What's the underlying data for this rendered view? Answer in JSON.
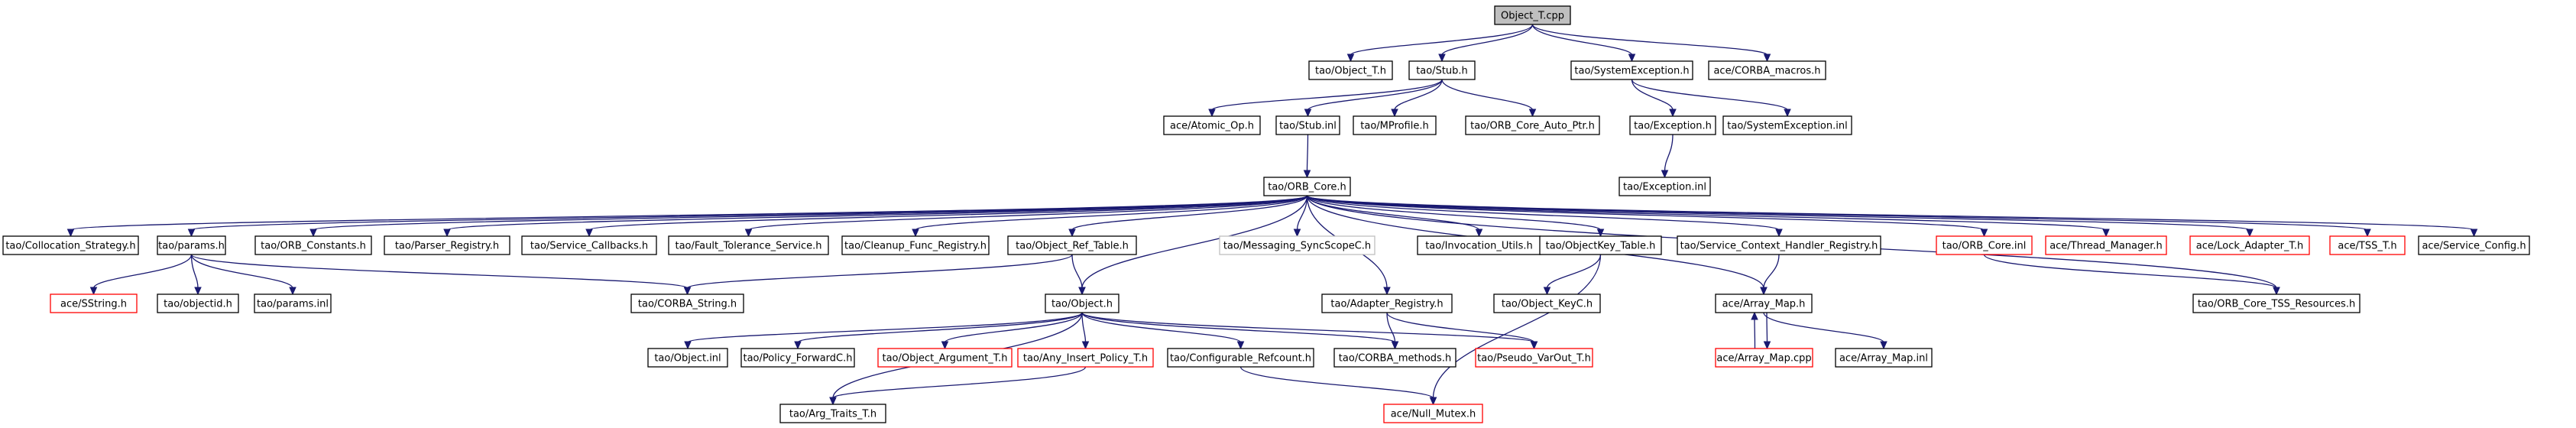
{
  "title": "Object_T.cpp",
  "colors": {
    "edge": "#191970",
    "root_fill": "#bfbfbf",
    "normal_stroke": "#000000",
    "missing_stroke": "#ff0000",
    "ignored_stroke": "#bfbfbf"
  },
  "nodes": [
    {
      "id": "root",
      "label": "Object_T.cpp",
      "style": "root"
    },
    {
      "id": "object_t_h",
      "label": "tao/Object_T.h",
      "style": "normal"
    },
    {
      "id": "stub_h",
      "label": "tao/Stub.h",
      "style": "normal"
    },
    {
      "id": "sysexc_h",
      "label": "tao/SystemException.h",
      "style": "normal"
    },
    {
      "id": "corba_macros",
      "label": "ace/CORBA_macros.h",
      "style": "normal"
    },
    {
      "id": "atomic_op",
      "label": "ace/Atomic_Op.h",
      "style": "normal"
    },
    {
      "id": "stub_inl",
      "label": "tao/Stub.inl",
      "style": "normal"
    },
    {
      "id": "mprofile",
      "label": "tao/MProfile.h",
      "style": "normal"
    },
    {
      "id": "orb_core_auto",
      "label": "tao/ORB_Core_Auto_Ptr.h",
      "style": "normal"
    },
    {
      "id": "exception_h",
      "label": "tao/Exception.h",
      "style": "normal"
    },
    {
      "id": "sysexc_inl",
      "label": "tao/SystemException.inl",
      "style": "normal"
    },
    {
      "id": "exception_inl",
      "label": "tao/Exception.inl",
      "style": "normal"
    },
    {
      "id": "orb_core_h",
      "label": "tao/ORB_Core.h",
      "style": "normal"
    },
    {
      "id": "collocation",
      "label": "tao/Collocation_Strategy.h",
      "style": "normal"
    },
    {
      "id": "params_h",
      "label": "tao/params.h",
      "style": "normal"
    },
    {
      "id": "orb_constants",
      "label": "tao/ORB_Constants.h",
      "style": "normal"
    },
    {
      "id": "parser_registry",
      "label": "tao/Parser_Registry.h",
      "style": "normal"
    },
    {
      "id": "service_callbacks",
      "label": "tao/Service_Callbacks.h",
      "style": "normal"
    },
    {
      "id": "fault_tolerance",
      "label": "tao/Fault_Tolerance_Service.h",
      "style": "normal"
    },
    {
      "id": "cleanup_func",
      "label": "tao/Cleanup_Func_Registry.h",
      "style": "normal"
    },
    {
      "id": "object_ref_table",
      "label": "tao/Object_Ref_Table.h",
      "style": "normal"
    },
    {
      "id": "messaging_sync",
      "label": "tao/Messaging_SyncScopeC.h",
      "style": "ignored"
    },
    {
      "id": "invocation_utils",
      "label": "tao/Invocation_Utils.h",
      "style": "normal"
    },
    {
      "id": "objectkey_table",
      "label": "tao/ObjectKey_Table.h",
      "style": "normal"
    },
    {
      "id": "service_ctx",
      "label": "tao/Service_Context_Handler_Registry.h",
      "style": "normal"
    },
    {
      "id": "orb_core_inl",
      "label": "tao/ORB_Core.inl",
      "style": "missing"
    },
    {
      "id": "thread_manager",
      "label": "ace/Thread_Manager.h",
      "style": "missing"
    },
    {
      "id": "lock_adapter",
      "label": "ace/Lock_Adapter_T.h",
      "style": "missing"
    },
    {
      "id": "tss_t",
      "label": "ace/TSS_T.h",
      "style": "missing"
    },
    {
      "id": "service_config",
      "label": "ace/Service_Config.h",
      "style": "normal"
    },
    {
      "id": "sstring",
      "label": "ace/SString.h",
      "style": "missing"
    },
    {
      "id": "objectid",
      "label": "tao/objectid.h",
      "style": "normal"
    },
    {
      "id": "params_inl",
      "label": "tao/params.inl",
      "style": "normal"
    },
    {
      "id": "corba_string",
      "label": "tao/CORBA_String.h",
      "style": "normal"
    },
    {
      "id": "object_h",
      "label": "tao/Object.h",
      "style": "normal"
    },
    {
      "id": "adapter_registry",
      "label": "tao/Adapter_Registry.h",
      "style": "normal"
    },
    {
      "id": "object_keyc",
      "label": "tao/Object_KeyC.h",
      "style": "normal"
    },
    {
      "id": "array_map_h",
      "label": "ace/Array_Map.h",
      "style": "normal"
    },
    {
      "id": "orb_core_tss",
      "label": "tao/ORB_Core_TSS_Resources.h",
      "style": "normal"
    },
    {
      "id": "object_inl",
      "label": "tao/Object.inl",
      "style": "normal"
    },
    {
      "id": "policy_fwd",
      "label": "tao/Policy_ForwardC.h",
      "style": "normal"
    },
    {
      "id": "object_arg",
      "label": "tao/Object_Argument_T.h",
      "style": "missing"
    },
    {
      "id": "any_insert",
      "label": "tao/Any_Insert_Policy_T.h",
      "style": "missing"
    },
    {
      "id": "configurable_refcount",
      "label": "tao/Configurable_Refcount.h",
      "style": "normal"
    },
    {
      "id": "corba_methods",
      "label": "tao/CORBA_methods.h",
      "style": "normal"
    },
    {
      "id": "pseudo_varout",
      "label": "tao/Pseudo_VarOut_T.h",
      "style": "missing"
    },
    {
      "id": "array_map_cpp",
      "label": "ace/Array_Map.cpp",
      "style": "missing"
    },
    {
      "id": "array_map_inl",
      "label": "ace/Array_Map.inl",
      "style": "normal"
    },
    {
      "id": "arg_traits",
      "label": "tao/Arg_Traits_T.h",
      "style": "normal"
    },
    {
      "id": "null_mutex",
      "label": "ace/Null_Mutex.h",
      "style": "missing"
    }
  ],
  "edges": [
    [
      "root",
      "object_t_h"
    ],
    [
      "root",
      "stub_h"
    ],
    [
      "root",
      "sysexc_h"
    ],
    [
      "root",
      "corba_macros"
    ],
    [
      "stub_h",
      "atomic_op"
    ],
    [
      "stub_h",
      "stub_inl"
    ],
    [
      "stub_h",
      "mprofile"
    ],
    [
      "stub_h",
      "orb_core_auto"
    ],
    [
      "sysexc_h",
      "exception_h"
    ],
    [
      "sysexc_h",
      "sysexc_inl"
    ],
    [
      "exception_h",
      "exception_inl"
    ],
    [
      "stub_inl",
      "orb_core_h"
    ],
    [
      "orb_core_h",
      "collocation"
    ],
    [
      "orb_core_h",
      "params_h"
    ],
    [
      "orb_core_h",
      "orb_constants"
    ],
    [
      "orb_core_h",
      "parser_registry"
    ],
    [
      "orb_core_h",
      "service_callbacks"
    ],
    [
      "orb_core_h",
      "fault_tolerance"
    ],
    [
      "orb_core_h",
      "cleanup_func"
    ],
    [
      "orb_core_h",
      "object_ref_table"
    ],
    [
      "orb_core_h",
      "messaging_sync"
    ],
    [
      "orb_core_h",
      "invocation_utils"
    ],
    [
      "orb_core_h",
      "objectkey_table"
    ],
    [
      "orb_core_h",
      "service_ctx"
    ],
    [
      "orb_core_h",
      "orb_core_inl"
    ],
    [
      "orb_core_h",
      "thread_manager"
    ],
    [
      "orb_core_h",
      "lock_adapter"
    ],
    [
      "orb_core_h",
      "tss_t"
    ],
    [
      "orb_core_h",
      "service_config"
    ],
    [
      "orb_core_h",
      "object_h"
    ],
    [
      "orb_core_h",
      "adapter_registry"
    ],
    [
      "orb_core_h",
      "array_map_h"
    ],
    [
      "orb_core_h",
      "orb_core_tss"
    ],
    [
      "params_h",
      "sstring"
    ],
    [
      "params_h",
      "objectid"
    ],
    [
      "params_h",
      "params_inl"
    ],
    [
      "params_h",
      "corba_string"
    ],
    [
      "object_ref_table",
      "corba_string"
    ],
    [
      "object_ref_table",
      "object_h"
    ],
    [
      "objectkey_table",
      "object_keyc"
    ],
    [
      "objectkey_table",
      "null_mutex"
    ],
    [
      "service_ctx",
      "array_map_h"
    ],
    [
      "orb_core_inl",
      "orb_core_tss"
    ],
    [
      "object_h",
      "object_inl"
    ],
    [
      "object_h",
      "policy_fwd"
    ],
    [
      "object_h",
      "object_arg"
    ],
    [
      "object_h",
      "any_insert"
    ],
    [
      "object_h",
      "configurable_refcount"
    ],
    [
      "object_h",
      "corba_methods"
    ],
    [
      "object_h",
      "pseudo_varout"
    ],
    [
      "object_h",
      "arg_traits"
    ],
    [
      "adapter_registry",
      "corba_methods"
    ],
    [
      "adapter_registry",
      "pseudo_varout"
    ],
    [
      "any_insert",
      "arg_traits"
    ],
    [
      "configurable_refcount",
      "null_mutex"
    ],
    [
      "array_map_h",
      "array_map_cpp"
    ],
    [
      "array_map_h",
      "array_map_inl"
    ],
    [
      "array_map_cpp",
      "array_map_h"
    ]
  ]
}
